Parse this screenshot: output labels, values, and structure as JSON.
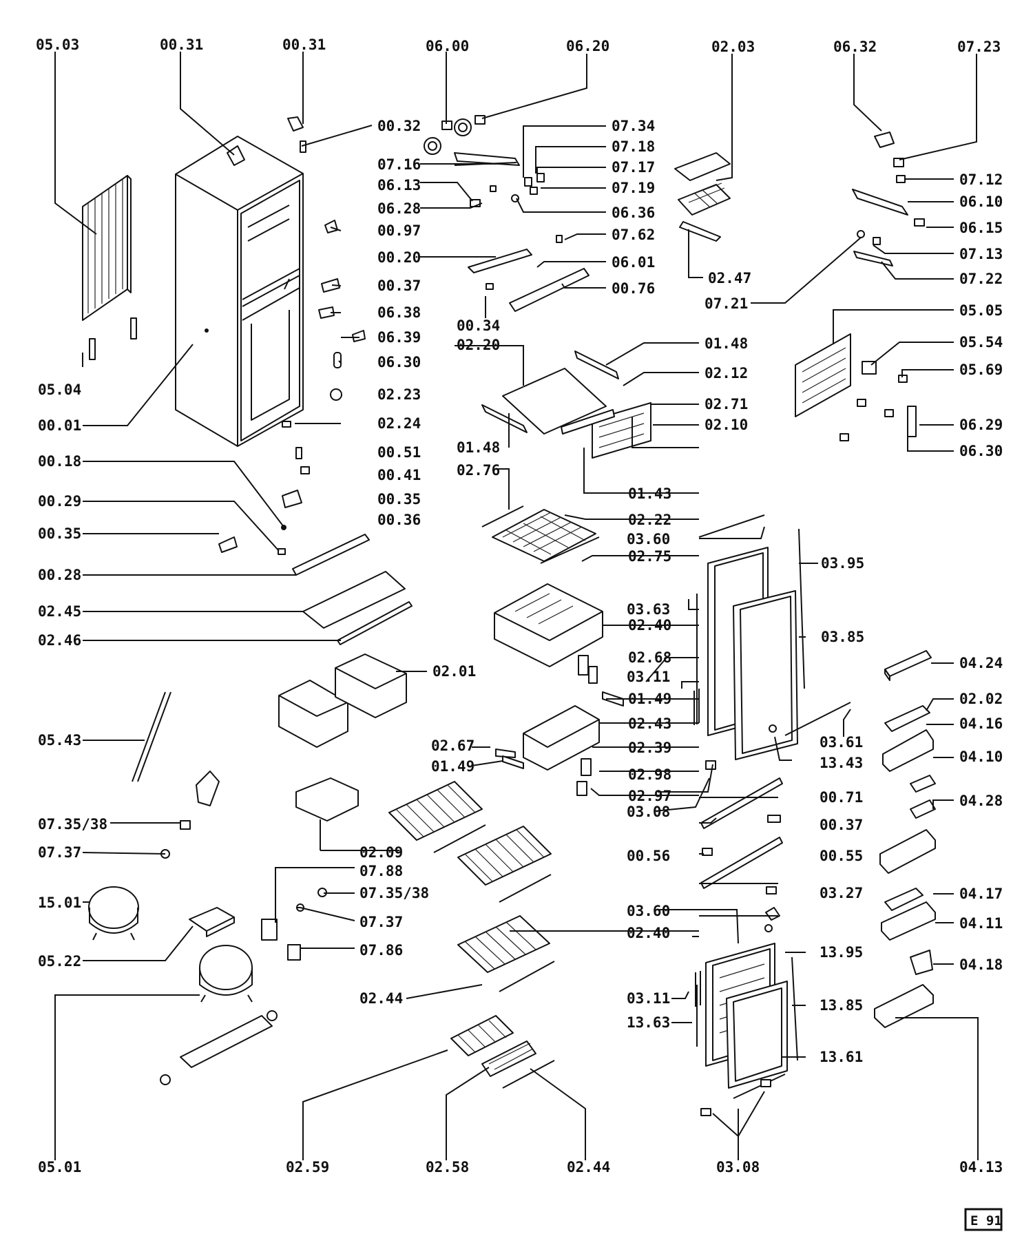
{
  "labels": {
    "l_05_03": "05.03",
    "l_00_31a": "00.31",
    "l_00_31b": "00.31",
    "l_06_00": "06.00",
    "l_06_20": "06.20",
    "l_02_03": "02.03",
    "l_06_32": "06.32",
    "l_07_23": "07.23",
    "l_00_32": "00.32",
    "l_07_34": "07.34",
    "l_07_18": "07.18",
    "l_07_16": "07.16",
    "l_07_17": "07.17",
    "l_06_13": "06.13",
    "l_07_19": "07.19",
    "l_07_12": "07.12",
    "l_06_28": "06.28",
    "l_06_36": "06.36",
    "l_06_10": "06.10",
    "l_00_97": "00.97",
    "l_07_62": "07.62",
    "l_06_15": "06.15",
    "l_00_20": "00.20",
    "l_06_01": "06.01",
    "l_07_13": "07.13",
    "l_02_47": "02.47",
    "l_07_22": "07.22",
    "l_00_37a": "00.37",
    "l_00_76": "00.76",
    "l_07_21": "07.21",
    "l_06_38": "06.38",
    "l_00_34": "00.34",
    "l_05_05": "05.05",
    "l_06_39": "06.39",
    "l_02_20": "02.20",
    "l_01_48a": "01.48",
    "l_05_54": "05.54",
    "l_06_30a": "06.30",
    "l_02_12": "02.12",
    "l_05_69": "05.69",
    "l_05_04": "05.04",
    "l_02_23": "02.23",
    "l_02_71": "02.71",
    "l_00_01": "00.01",
    "l_02_24": "02.24",
    "l_02_10": "02.10",
    "l_06_29": "06.29",
    "l_01_48b": "01.48",
    "l_00_51": "00.51",
    "l_06_30b": "06.30",
    "l_00_18": "00.18",
    "l_02_76": "02.76",
    "l_00_41": "00.41",
    "l_00_35a": "00.35",
    "l_01_43": "01.43",
    "l_00_29": "00.29",
    "l_00_36": "00.36",
    "l_02_22": "02.22",
    "l_00_35b": "00.35",
    "l_03_60a": "03.60",
    "l_02_75": "02.75",
    "l_00_28": "00.28",
    "l_03_95": "03.95",
    "l_03_63": "03.63",
    "l_02_45": "02.45",
    "l_02_40a": "02.40",
    "l_02_46": "02.46",
    "l_03_85": "03.85",
    "l_02_68": "02.68",
    "l_04_24": "04.24",
    "l_02_01": "02.01",
    "l_03_11a": "03.11",
    "l_01_49a": "01.49",
    "l_02_02": "02.02",
    "l_02_43": "02.43",
    "l_04_16": "04.16",
    "l_05_43": "05.43",
    "l_03_61": "03.61",
    "l_02_67": "02.67",
    "l_02_39": "02.39",
    "l_04_10": "04.10",
    "l_01_49b": "01.49",
    "l_13_43": "13.43",
    "l_02_98": "02.98",
    "l_00_71": "00.71",
    "l_04_28": "04.28",
    "l_02_97": "02.97",
    "l_07_35_38a": "07.35/38",
    "l_03_08a": "03.08",
    "l_00_37b": "00.37",
    "l_07_37a": "07.37",
    "l_02_09": "02.09",
    "l_00_56": "00.56",
    "l_00_55": "00.55",
    "l_07_88": "07.88",
    "l_07_35_38b": "07.35/38",
    "l_03_27": "03.27",
    "l_04_17": "04.17",
    "l_15_01": "15.01",
    "l_07_37b": "07.37",
    "l_03_60b": "03.60",
    "l_04_11": "04.11",
    "l_02_40b": "02.40",
    "l_07_86": "07.86",
    "l_05_22": "05.22",
    "l_13_95": "13.95",
    "l_04_18": "04.18",
    "l_02_44a": "02.44",
    "l_03_11b": "03.11",
    "l_13_85": "13.85",
    "l_13_63": "13.63",
    "l_13_61": "13.61",
    "l_05_01": "05.01",
    "l_02_59": "02.59",
    "l_02_58": "02.58",
    "l_02_44b": "02.44",
    "l_03_08b": "03.08",
    "l_04_13": "04.13"
  },
  "badge": "E 91"
}
